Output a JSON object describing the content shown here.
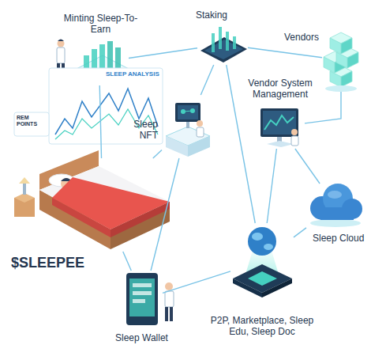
{
  "diagram": {
    "nodes": [
      {
        "text": [
          "Minting Sleep-To-Earn"
        ]
      },
      {
        "text": [
          "Staking"
        ]
      },
      {
        "text": [
          "Vendors"
        ]
      },
      {
        "text": [
          "Vendor System Management"
        ]
      },
      {
        "text": [
          "Sleep NFT"
        ]
      },
      {
        "text": [
          "Sleep Cloud"
        ]
      },
      {
        "text": [
          "$SLEEPEE"
        ]
      },
      {
        "text": [
          "Sleep Wallet"
        ]
      },
      {
        "text": [
          "P2P, Marketplace, Sleep Edu, Sleep Doc"
        ]
      }
    ],
    "edges": [
      {
        "from": 0,
        "to": 1,
        "arrow": "none"
      },
      {
        "from": 1,
        "to": 2,
        "arrow": "none"
      },
      {
        "from": 1,
        "to": 4,
        "arrow": "none"
      },
      {
        "from": 1,
        "to": 8,
        "arrow": "none"
      },
      {
        "from": 0,
        "to": 6,
        "arrow": "none"
      },
      {
        "from": 4,
        "to": 6,
        "arrow": "none"
      },
      {
        "from": 4,
        "to": 7,
        "arrow": "none"
      },
      {
        "from": 6,
        "to": 7,
        "arrow": "none"
      },
      {
        "from": 7,
        "to": 8,
        "arrow": "none"
      },
      {
        "from": 3,
        "to": 2,
        "arrow": "none"
      },
      {
        "from": 3,
        "to": 5,
        "arrow": "none"
      },
      {
        "from": 3,
        "to": 8,
        "arrow": "none"
      },
      {
        "from": 5,
        "to": 8,
        "arrow": "none"
      }
    ],
    "labels": [
      "SLEEP ANALYSIS",
      "REM POINTS"
    ]
  }
}
